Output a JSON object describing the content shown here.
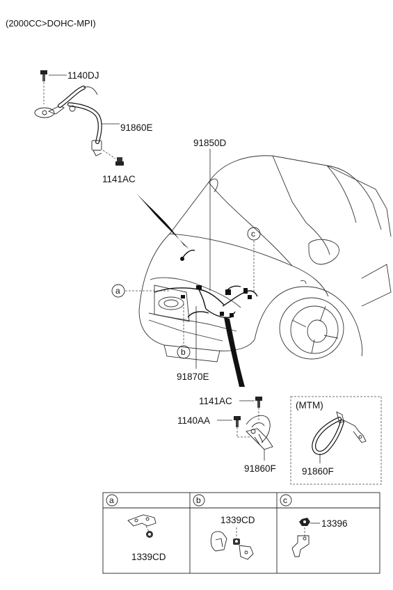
{
  "title": "(2000CC>DOHC-MPI)",
  "labels": {
    "p1140DJ": "1140DJ",
    "p91860E": "91860E",
    "p1141AC_top": "1141AC",
    "p91850D": "91850D",
    "p91870E": "91870E",
    "p1141AC_bottom": "1141AC",
    "p1140AA": "1140AA",
    "p91860F_main": "91860F",
    "p91860F_mtm": "91860F",
    "mtm": "(MTM)"
  },
  "callouts": {
    "a": "a",
    "b": "b",
    "c": "c"
  },
  "table": {
    "headers": [
      "a",
      "b",
      "c"
    ],
    "cells": [
      "1339CD",
      "1339CD",
      "13396"
    ]
  }
}
